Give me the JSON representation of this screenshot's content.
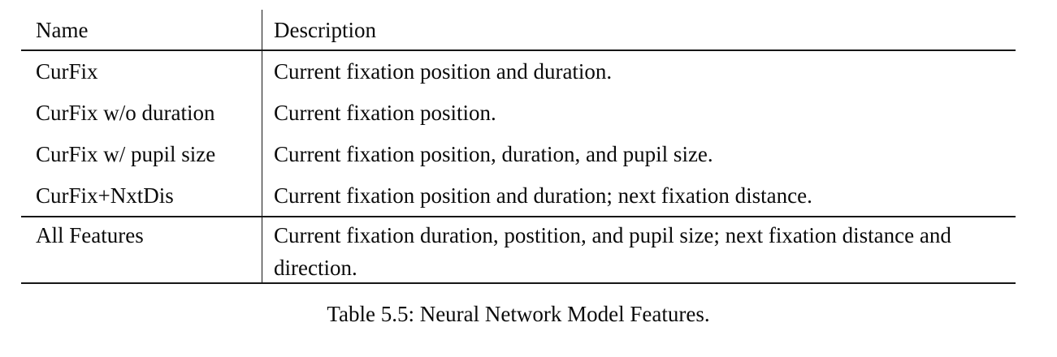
{
  "table": {
    "headers": [
      "Name",
      "Description"
    ],
    "rows": [
      {
        "name": "CurFix",
        "description": "Current fixation position and duration."
      },
      {
        "name": "CurFix w/o duration",
        "description": "Current fixation position."
      },
      {
        "name": "CurFix w/ pupil size",
        "description": "Current fixation position, duration, and pupil size."
      },
      {
        "name": "CurFix+NxtDis",
        "description": "Current fixation position and duration; next fixation distance."
      },
      {
        "name": "All Features",
        "description": "Current fixation duration, postition, and pupil size; next fixation distance and direction."
      }
    ]
  },
  "caption": "Table 5.5: Neural Network Model Features."
}
